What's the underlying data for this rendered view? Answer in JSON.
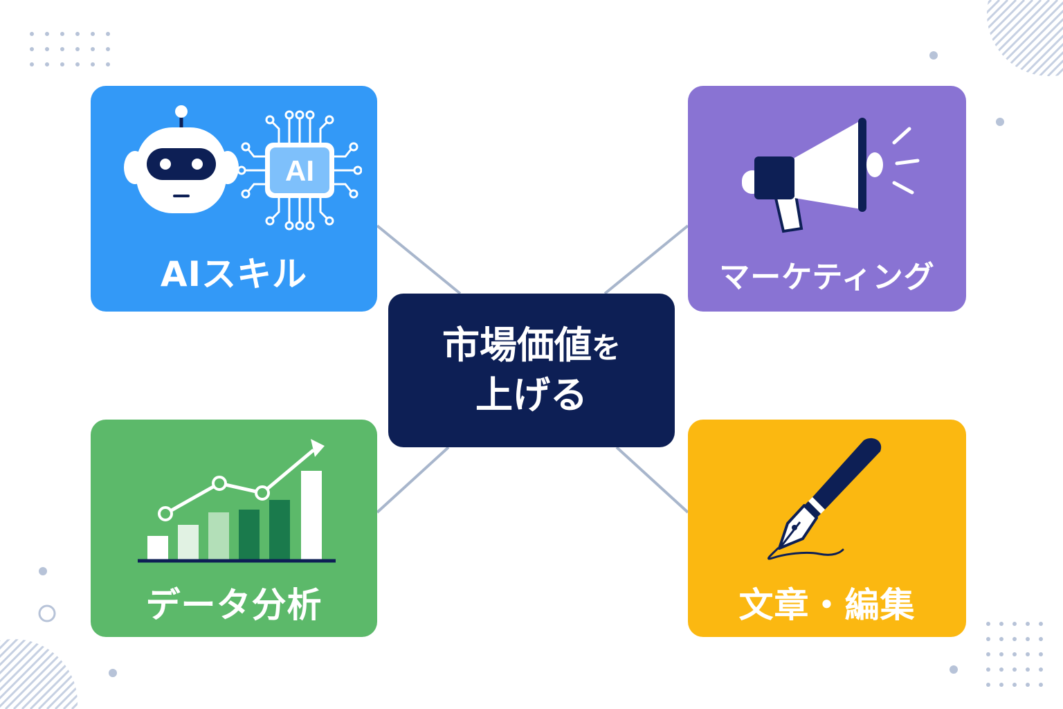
{
  "center": {
    "line1_main": "市場価値",
    "line1_tail": "を",
    "line2": "上げる"
  },
  "cards": {
    "ai": {
      "label": "AIスキル",
      "chip_text": "AI",
      "color": "#3399f7",
      "icon": "robot-icon"
    },
    "marketing": {
      "label": "マーケティング",
      "color": "#8973d3",
      "icon": "megaphone-icon"
    },
    "data": {
      "label": "データ分析",
      "color": "#5cb96a",
      "icon": "growth-chart-icon"
    },
    "writing": {
      "label": "文章・編集",
      "color": "#fbb811",
      "icon": "fountain-pen-icon"
    }
  },
  "colors": {
    "navy": "#0d1f55",
    "connector": "#a8b6cc",
    "decor": "#b7c3d8"
  }
}
